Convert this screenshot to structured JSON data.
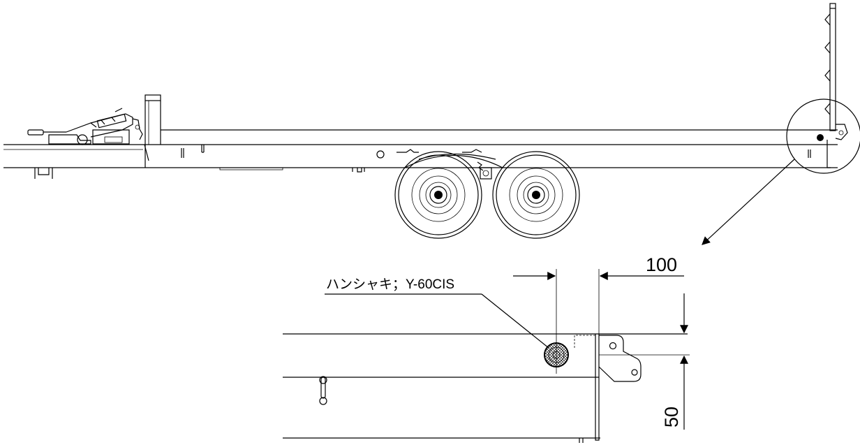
{
  "annotations": {
    "reflector_label": "ハンシャキ；Y-60CIS",
    "dim_horizontal": "100",
    "dim_vertical": "50"
  }
}
